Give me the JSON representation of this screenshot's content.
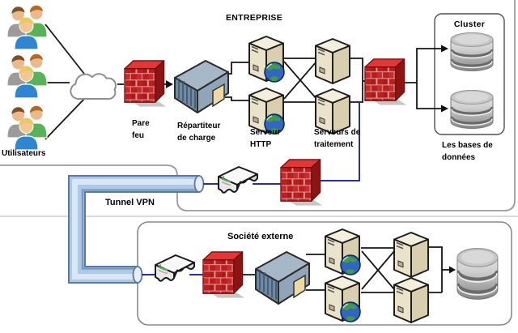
{
  "diagram": {
    "type": "network-architecture",
    "colors": {
      "firewall_red": "#b82020",
      "tube_blue": "#aec8e6",
      "vpn_line_navy": "#2b3094",
      "server_beige": "#ebe3c9",
      "load_balancer_gray": "#6e89a0",
      "database_gray": "#c7c7c7",
      "boundary_gray": "#9a9a9a"
    },
    "zones": {
      "internet": {
        "users_label": "Utilisateurs"
      },
      "enterprise": {
        "title": "ENTREPRISE",
        "firewall_label": "Pare\nfeu",
        "load_balancer_label": "Répartiteur\nde charge",
        "http_server_label": "Serveur\nHTTP",
        "processing_servers_label": "Serveurs de\ntraitement",
        "cluster_title": "Cluster",
        "databases_label": "Les bases de\ndonnées"
      },
      "vpn": {
        "tunnel_label": "Tunnel VPN"
      },
      "external": {
        "title": "Société externe"
      }
    }
  }
}
